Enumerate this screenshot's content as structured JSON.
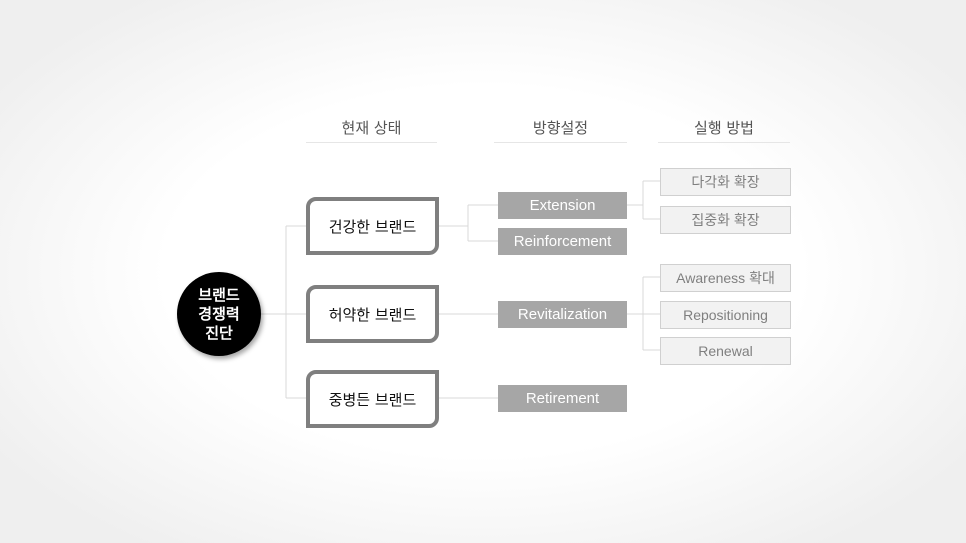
{
  "headers": {
    "current_state": "현재 상태",
    "direction": "방향설정",
    "execution": "실행 방법"
  },
  "root": {
    "line1": "브랜드",
    "line2": "경쟁력",
    "line3": "진단"
  },
  "states": {
    "healthy": "건강한 브랜드",
    "weak": "허약한 브랜드",
    "sick": "중병든 브랜드"
  },
  "directions": {
    "extension": "Extension",
    "reinforcement": "Reinforcement",
    "revitalization": "Revitalization",
    "retirement": "Retirement"
  },
  "methods": {
    "diversification": "다각화 확장",
    "concentration": "집중화 확장",
    "awareness": "Awareness 확대",
    "repositioning": "Repositioning",
    "renewal": "Renewal"
  },
  "colors": {
    "root_fill": "#000000",
    "state_border": "#7f7f7f",
    "direction_fill": "#a6a6a6",
    "method_fill": "#f2f2f2",
    "connector": "#d9d9d9"
  }
}
